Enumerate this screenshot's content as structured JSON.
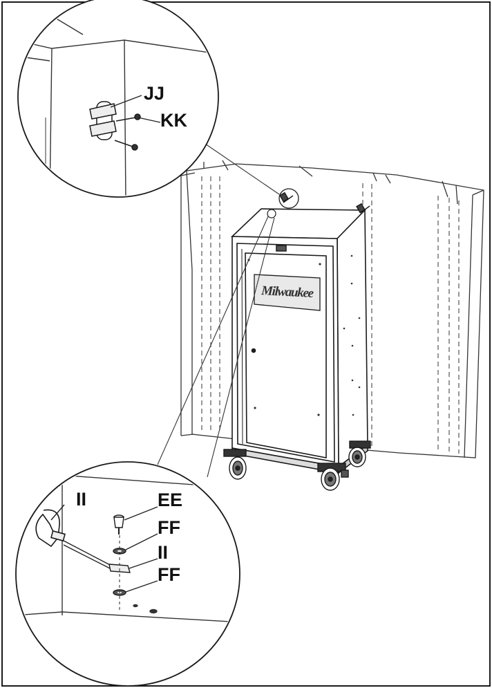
{
  "diagram": {
    "labels": {
      "jj": "JJ",
      "kk": "KK",
      "ii_bracket": "II",
      "ee": "EE",
      "ff_top": "FF",
      "ii_plate": "II",
      "ff_bottom": "FF"
    },
    "cabinet_logo": "Milwaukee"
  },
  "colors": {
    "line": "#1a1a1a",
    "logo_fill": "#e9e9e9"
  }
}
